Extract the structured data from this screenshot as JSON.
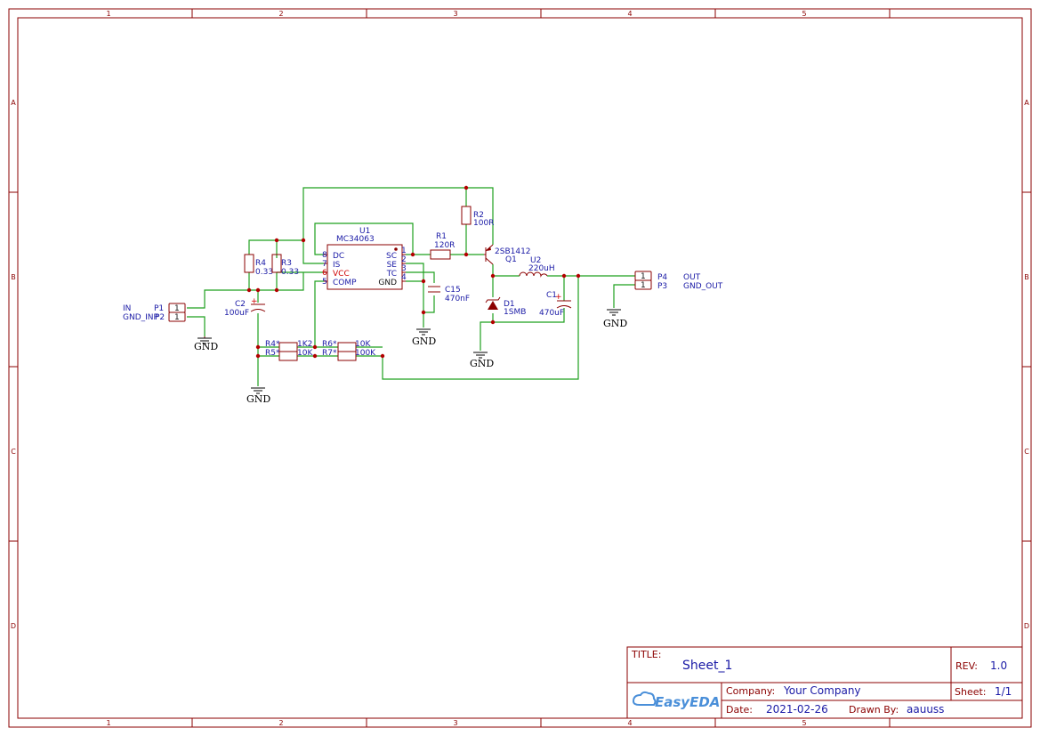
{
  "frame": {
    "columns": [
      "1",
      "2",
      "3",
      "4",
      "5"
    ],
    "rows": [
      "A",
      "B",
      "C",
      "D"
    ]
  },
  "components": {
    "U1": {
      "ref": "U1",
      "value": "MC34063",
      "pins_left": [
        {
          "num": "8",
          "name": "DC"
        },
        {
          "num": "7",
          "name": "IS"
        },
        {
          "num": "6",
          "name": "VCC"
        },
        {
          "num": "5",
          "name": "COMP"
        }
      ],
      "pins_right": [
        {
          "num": "1",
          "name": "SC"
        },
        {
          "num": "2",
          "name": "SE"
        },
        {
          "num": "3",
          "name": "TC"
        },
        {
          "num": "4",
          "name": "GND"
        }
      ]
    },
    "R1": {
      "ref": "R1",
      "value": "120R"
    },
    "R2": {
      "ref": "R2",
      "value": "100R"
    },
    "R3": {
      "ref": "R3",
      "value": "0.33"
    },
    "R4": {
      "ref": "R4",
      "value": "0.33"
    },
    "R4s": {
      "ref": "R4*",
      "value": "1K2"
    },
    "R5s": {
      "ref": "R5*",
      "value": "10K"
    },
    "R6s": {
      "ref": "R6*",
      "value": "10K"
    },
    "R7s": {
      "ref": "R7*",
      "value": "100K"
    },
    "C1": {
      "ref": "C1",
      "value": "470uF"
    },
    "C2": {
      "ref": "C2",
      "value": "100uF"
    },
    "C15": {
      "ref": "C15",
      "value": "470nF"
    },
    "Q1": {
      "ref": "Q1",
      "value": "2SB1412"
    },
    "U2": {
      "ref": "U2",
      "value": "220uH"
    },
    "D1": {
      "ref": "D1",
      "value": "1SMB"
    },
    "P1": {
      "ref": "P1",
      "pin": "1",
      "net": "IN"
    },
    "P2": {
      "ref": "P2",
      "pin": "1",
      "net": "GND_INP"
    },
    "P4": {
      "ref": "P4",
      "pin": "1",
      "net": "OUT"
    },
    "P3": {
      "ref": "P3",
      "pin": "1",
      "net": "GND_OUT"
    },
    "gnd_label": "GND"
  },
  "title_block": {
    "title_label": "TITLE:",
    "title_value": "Sheet_1",
    "rev_label": "REV:",
    "rev_value": "1.0",
    "company_label": "Company:",
    "company_value": "Your Company",
    "sheet_label": "Sheet:",
    "sheet_value": "1/1",
    "date_label": "Date:",
    "date_value": "2021-02-26",
    "drawn_label": "Drawn By:",
    "drawn_value": "aauuss",
    "logo_text": "EasyEDA"
  },
  "colors": {
    "frame": "#8b0000",
    "wire": "#1fa01f",
    "label": "#1a1aa6",
    "pin_power": "#d00000",
    "logo": "#4a8fd9"
  }
}
